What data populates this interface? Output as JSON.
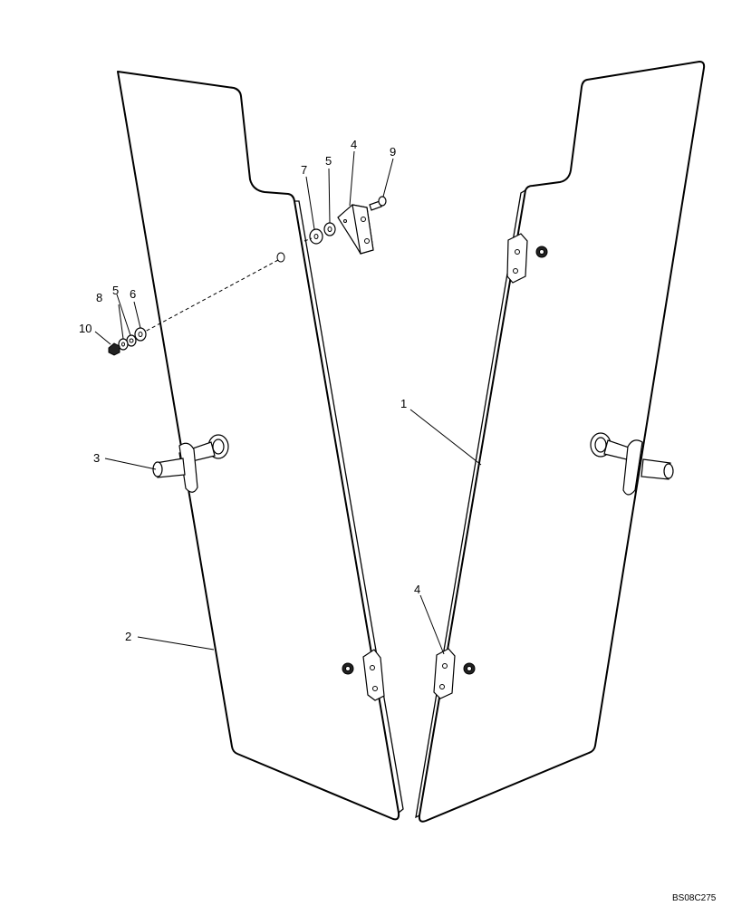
{
  "callouts": {
    "c1": "1",
    "c2": "2",
    "c3": "3",
    "c4_top": "4",
    "c4_bottom": "4",
    "c5_top": "5",
    "c5_left": "5",
    "c6": "6",
    "c7": "7",
    "c8": "8",
    "c9": "9",
    "c10": "10"
  },
  "drawing_ref": "BS08C275",
  "colors": {
    "line": "#000000",
    "background": "#ffffff"
  }
}
